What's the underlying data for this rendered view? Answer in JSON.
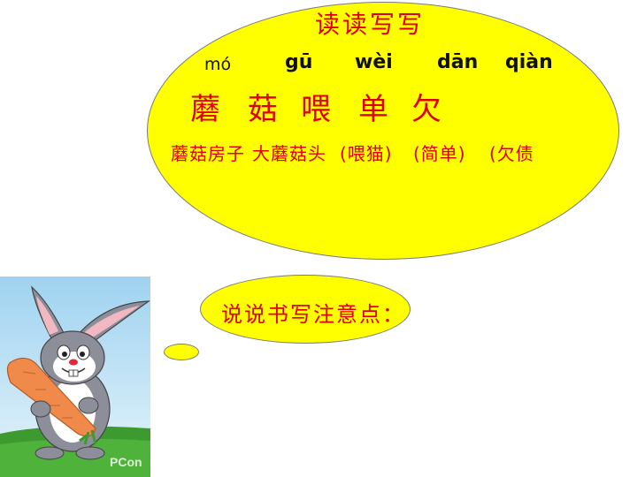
{
  "title": "读读写写",
  "pinyin": [
    "mó",
    "gū",
    "wèi",
    "dān",
    "qiàn"
  ],
  "characters": [
    "蘑",
    "菇",
    "喂",
    "单",
    "欠"
  ],
  "examples": [
    "蘑菇房子",
    "大蘑菇头",
    "(喂猫)",
    "(简单)",
    "(欠债"
  ],
  "hint": "说说书写注意点：",
  "colors": {
    "bubble": "#ffff00",
    "text_red": "#e00000",
    "sky": "#bfe3f5",
    "grass": "#3c9a2f"
  },
  "image": {
    "subject": "cartoon rabbit holding carrot",
    "watermark": "PCon"
  }
}
